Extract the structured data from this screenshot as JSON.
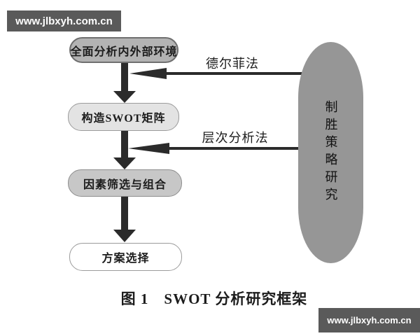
{
  "figure": {
    "caption": "图 1　SWOT 分析研究框架"
  },
  "watermarks": {
    "top": "www.jlbxyh.com.cn",
    "bottom": "www.jlbxyh.com.cn",
    "bg": "#5a5a5a",
    "text_color": "#ffffff"
  },
  "flow": {
    "steps": [
      {
        "label": "全面分析内外部环境",
        "fill": "#b3b3b3"
      },
      {
        "label": "构造SWOT矩阵",
        "fill": "#e3e3e3"
      },
      {
        "label": "因素筛选与组合",
        "fill": "#c7c7c7"
      },
      {
        "label": "方案选择",
        "fill": "#ffffff"
      }
    ]
  },
  "methods": [
    {
      "label": "德尔菲法"
    },
    {
      "label": "层次分析法"
    }
  ],
  "strategy_oval": {
    "label": "制胜策略研究",
    "fill": "#969696"
  },
  "colors": {
    "arrow": "#2b2b2b",
    "text": "#1c1c1c",
    "background": "#ffffff"
  }
}
